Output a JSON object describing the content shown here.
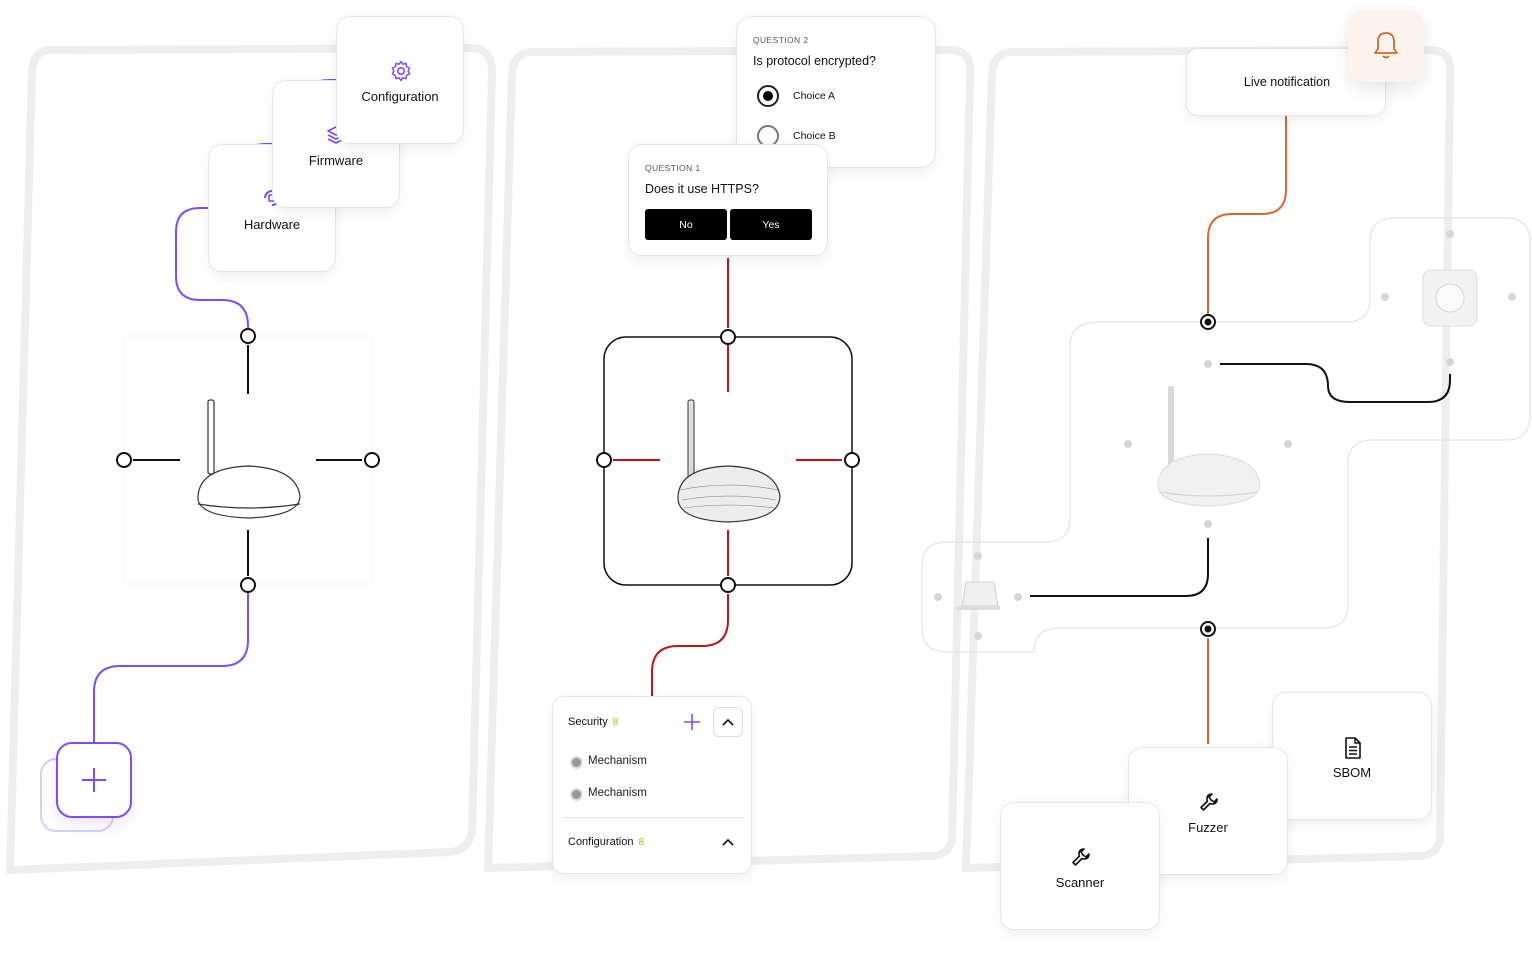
{
  "left_panel": {
    "cards": {
      "configuration": "Configuration",
      "firmware": "Firmware",
      "hardware": "Hardware"
    }
  },
  "middle_panel": {
    "question2": {
      "label": "QUESTION 2",
      "text": "Is protocol encrypted?",
      "choice_a": "Choice A",
      "choice_b": "Choice B",
      "selected": "Choice A"
    },
    "question1": {
      "label": "QUESTION 1",
      "text": "Does it use HTTPS?",
      "no": "No",
      "yes": "Yes"
    },
    "security_panel": {
      "security_title": "Security",
      "security_count": "8",
      "items": [
        "Mechanism",
        "Mechanism"
      ],
      "configuration_title": "Configuration",
      "configuration_count": "8"
    }
  },
  "right_panel": {
    "notification": "Live notification",
    "tools": {
      "sbom": "SBOM",
      "fuzzer": "Fuzzer",
      "scanner": "Scanner"
    }
  },
  "colors": {
    "purple": "#7c4dff",
    "red": "#c0141c",
    "orange": "#d4692a",
    "black": "#111111"
  },
  "icons": [
    "gear-icon",
    "layers-icon",
    "chip-icon",
    "plus-icon",
    "bell-icon",
    "wrench-icon",
    "document-icon",
    "router-icon",
    "laptop-icon",
    "thermostat-icon"
  ]
}
